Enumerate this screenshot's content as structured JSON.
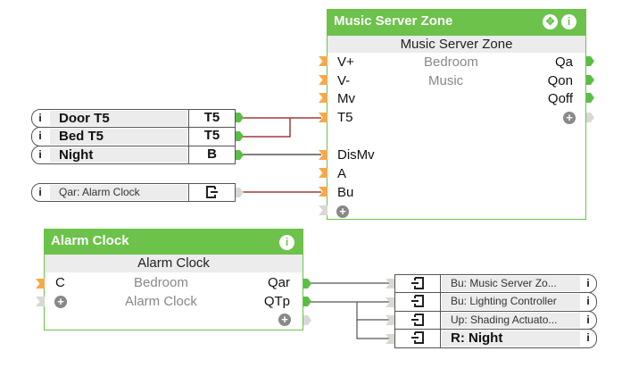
{
  "colors": {
    "block_green": "#6cc24a",
    "connector_orange": "#f5a94a",
    "connector_green": "#5cbd45",
    "connector_grey": "#d9d9d4",
    "wire_red": "#a33a3a",
    "wire_grey": "#555555"
  },
  "music_block": {
    "title": "Music Server Zone",
    "subtitle": "Music Server Zone",
    "move_icon": "move-icon",
    "info_icon": "info-icon",
    "info_glyph": "i",
    "move_glyph": "✥",
    "descriptions": [
      "Bedroom",
      "Music"
    ],
    "inputs": [
      "V+",
      "V-",
      "Mv",
      "T5",
      "DisMv",
      "A",
      "Bu"
    ],
    "outputs": [
      "Qa",
      "Qon",
      "Qoff"
    ],
    "add_glyph": "+"
  },
  "alarm_block": {
    "title": "Alarm Clock",
    "subtitle": "Alarm Clock",
    "info_glyph": "i",
    "descriptions": [
      "Bedroom",
      "Alarm Clock"
    ],
    "inputs": [
      "C"
    ],
    "outputs": [
      "Qar",
      "QTp"
    ],
    "add_glyph": "+"
  },
  "input_refs": [
    {
      "name": "Door T5",
      "value": "T5",
      "info": "i"
    },
    {
      "name": "Bed T5",
      "value": "T5",
      "info": "i"
    },
    {
      "name": "Night",
      "value": "B",
      "info": "i"
    },
    {
      "name": "Qar: Alarm Clock",
      "value": "",
      "info": "i",
      "icon": "exit-icon"
    }
  ],
  "output_refs": [
    {
      "name": "Bu: Music Server Zo...",
      "info": "i",
      "icon": "entry-icon"
    },
    {
      "name": "Bu: Lighting Controller",
      "info": "i",
      "icon": "entry-icon"
    },
    {
      "name": "Up: Shading Actuato...",
      "info": "i",
      "icon": "entry-icon"
    },
    {
      "name": "R: Night",
      "info": "i",
      "icon": "entry-icon"
    }
  ]
}
